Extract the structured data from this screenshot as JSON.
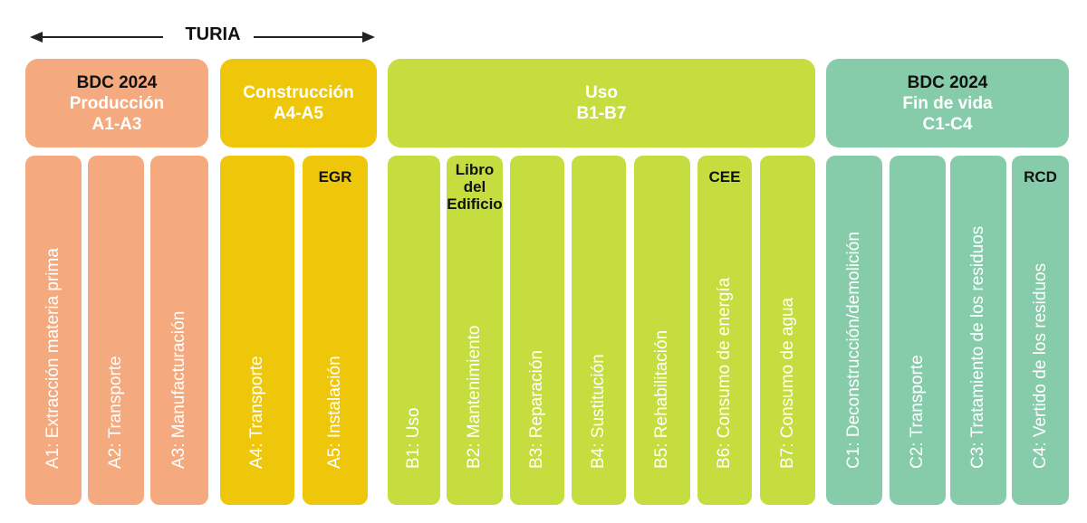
{
  "turia_label": "TURIA",
  "colors": {
    "orange": "#f4aa7e",
    "yellow": "#efc70a",
    "green": "#c5dd3e",
    "teal": "#86ccaa"
  },
  "headers": {
    "produccion": {
      "pre": "BDC 2024",
      "title": "Producción",
      "code": "A1-A3"
    },
    "construccion": {
      "title": "Construcción",
      "code": "A4-A5"
    },
    "uso": {
      "title": "Uso",
      "code": "B1-B7"
    },
    "fin_de_vida": {
      "pre": "BDC 2024",
      "title": "Fin de vida",
      "code": "C1-C4"
    }
  },
  "stages": {
    "a1": {
      "label": "A1: Extracción materia prima"
    },
    "a2": {
      "label": "A2: Transporte"
    },
    "a3": {
      "label": "A3: Manufacturación"
    },
    "a4": {
      "label": "A4: Transporte"
    },
    "a5": {
      "label": "A5: Instalación",
      "badge": "EGR"
    },
    "b1": {
      "label": "B1: Uso"
    },
    "b2": {
      "label": "B2: Mantenimiento",
      "badge_lines": [
        "Libro",
        "del",
        "Edificio"
      ]
    },
    "b3": {
      "label": "B3: Reparación"
    },
    "b4": {
      "label": "B4: Sustitución"
    },
    "b5": {
      "label": "B5: Rehabilitación"
    },
    "b6": {
      "label": "B6: Consumo de energía",
      "badge": "CEE"
    },
    "b7": {
      "label": "B7: Consumo de agua"
    },
    "c1": {
      "label": "C1: Deconstrucción/demolición"
    },
    "c2": {
      "label": "C2: Transporte"
    },
    "c3": {
      "label": "C3: Tratamiento de los residuos"
    },
    "c4": {
      "label": "C4: Vertido de los residuos",
      "badge": "RCD"
    }
  }
}
